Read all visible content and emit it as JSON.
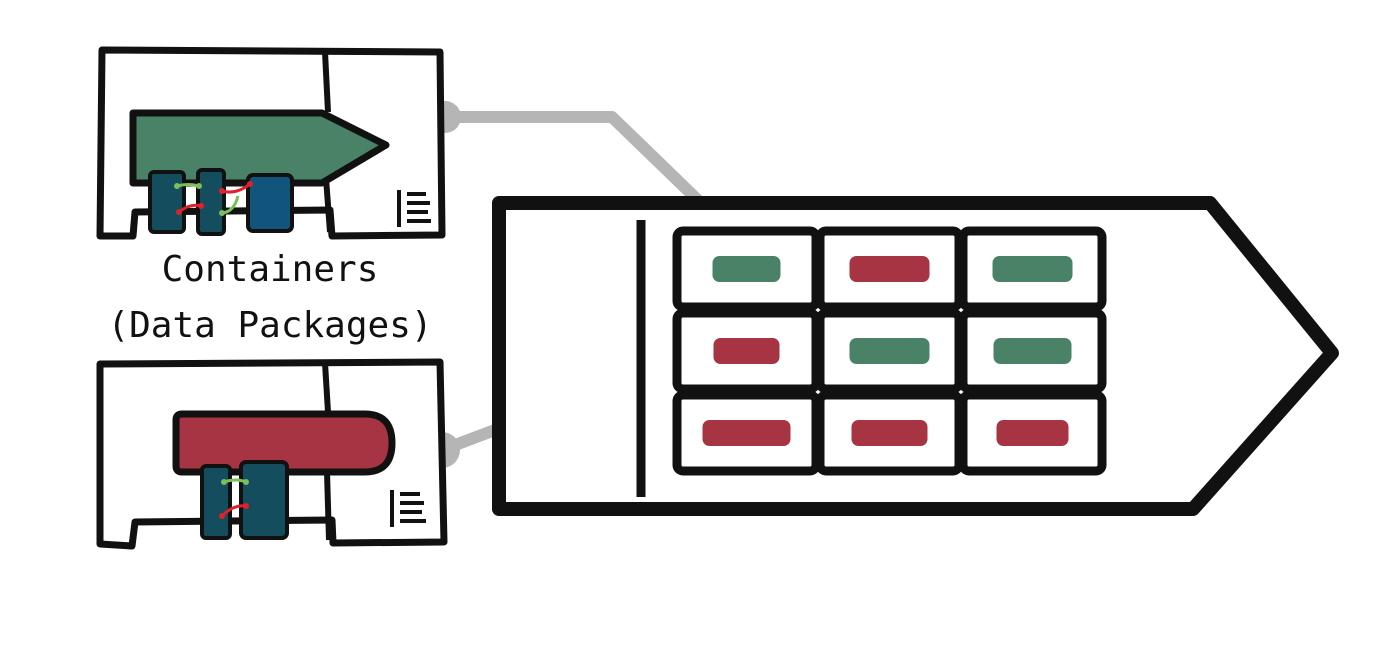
{
  "caption": {
    "line1": "Containers",
    "line2": "(Data Packages)"
  },
  "colors": {
    "ink": "#111111",
    "green": "#4a8268",
    "red": "#a63442",
    "teal_dark": "#134d5e",
    "teal_blue": "#12557c",
    "connector": "#b5b5b5",
    "link_green": "#7bbf5a",
    "link_red": "#e0202a"
  },
  "containers": [
    {
      "name": "green-container",
      "color": "green",
      "shape": "arrow"
    },
    {
      "name": "red-container",
      "color": "red",
      "shape": "rounded"
    }
  ],
  "ship": {
    "grid": [
      [
        "green",
        "red",
        "green"
      ],
      [
        "red",
        "green",
        "green"
      ],
      [
        "red",
        "red",
        "red"
      ]
    ]
  },
  "icons": {
    "doc": "document-lines-icon"
  }
}
